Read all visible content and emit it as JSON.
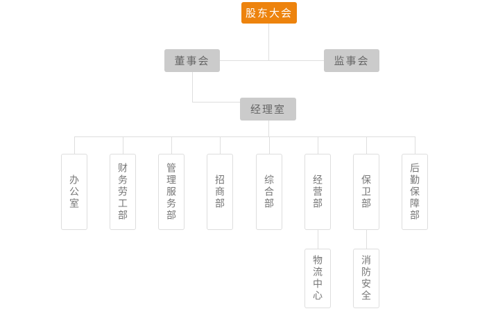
{
  "org_chart": {
    "root": {
      "label": "股东大会"
    },
    "level2": {
      "board": {
        "label": "董事会"
      },
      "supervisory": {
        "label": "监事会"
      }
    },
    "level3": {
      "manager_office": {
        "label": "经理室",
        "parent": "董事会"
      }
    },
    "departments": [
      {
        "label": "办公室",
        "parent": "经理室"
      },
      {
        "label": "财务劳工部",
        "parent": "经理室"
      },
      {
        "label": "管理服务部",
        "parent": "经理室"
      },
      {
        "label": "招商部",
        "parent": "经理室"
      },
      {
        "label": "综合部",
        "parent": "经理室"
      },
      {
        "label": "经营部",
        "parent": "经理室"
      },
      {
        "label": "保卫部",
        "parent": "经理室"
      },
      {
        "label": "后勤保障部",
        "parent": "经理室"
      }
    ],
    "sub_departments": [
      {
        "label": "物流中心",
        "parent": "经营部"
      },
      {
        "label": "消防安全",
        "parent": "保卫部"
      }
    ],
    "colors": {
      "root_bg": "#ED830D",
      "root_text": "#FFFFFF",
      "branch_bg": "#CBCBCB",
      "branch_text": "#666666",
      "leaf_bg": "#FFFFFF",
      "leaf_border": "#DDDDDD",
      "leaf_text": "#757575",
      "connector_line": "#DEDEDE"
    }
  }
}
